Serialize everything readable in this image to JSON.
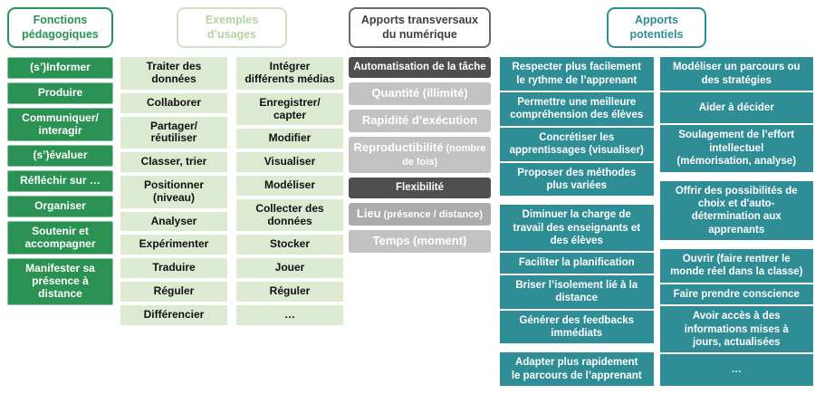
{
  "headers": {
    "col1": "Fonctions\npédagogiques",
    "col2": "Exemples\nd’usages",
    "col3": "Apports transversaux\ndu numérique",
    "col4": "Apports\npotentiels"
  },
  "colors": {
    "green": "#2b9253",
    "pale_green": "#dcead2",
    "pale_green_header": "#b5d3a2",
    "gray_dark": "#4f4f4f",
    "gray_mid": "#ababab",
    "gray_light": "#c2c2c2",
    "gray_header_text": "#3f3f3f",
    "teal": "#2f8d96",
    "box_text_on_color": "#ffffff",
    "box_text_on_pale": "#111111"
  },
  "col1_boxes": [
    {
      "text": "(s’)Informer"
    },
    {
      "text": "Produire"
    },
    {
      "text": "Communiquer/\ninteragir"
    },
    {
      "text": "(s’)évaluer"
    },
    {
      "text": "Réfléchir sur …"
    },
    {
      "text": "Organiser"
    },
    {
      "text": "Soutenir et\naccompagner"
    },
    {
      "text": "Manifester sa\nprésence à\ndistance"
    }
  ],
  "col2_left": [
    {
      "text": "Traiter des\ndonnées"
    },
    {
      "text": "Collaborer"
    },
    {
      "text": "Partager/\nréutiliser"
    },
    {
      "text": "Classer, trier"
    },
    {
      "text": "Positionner\n(niveau)"
    },
    {
      "text": "Analyser"
    },
    {
      "text": "Expérimenter"
    },
    {
      "text": "Traduire"
    },
    {
      "text": "Réguler"
    },
    {
      "text": "Différencier"
    }
  ],
  "col2_right": [
    {
      "text": "Intégrer\ndifférents médias"
    },
    {
      "text": "Enregistrer/\ncapter"
    },
    {
      "text": "Modifier"
    },
    {
      "text": "Visualiser"
    },
    {
      "text": "Modéliser"
    },
    {
      "text": "Collecter des\ndonnées"
    },
    {
      "text": "Stocker"
    },
    {
      "text": "Jouer"
    },
    {
      "text": "Réguler"
    },
    {
      "text": "…"
    }
  ],
  "col3_boxes": [
    {
      "text": "Automatisation de la tâche",
      "note": "",
      "mods": "dark"
    },
    {
      "text": "Quantité (illimité)",
      "note": ""
    },
    {
      "text": "Rapidité d’exécution",
      "note": ""
    },
    {
      "text": "Reproductibilité",
      "note": "(nombre de fois)"
    },
    {
      "text": "Flexibilité",
      "note": "",
      "mods": "dark"
    },
    {
      "text": "Lieu",
      "note": "(présence / distance)",
      "mods": "mid"
    },
    {
      "text": "Temps (moment)",
      "note": ""
    }
  ],
  "col4_left": [
    {
      "text": "Respecter  plus facilement\nle rythme de l’apprenant"
    },
    {
      "text": "Permettre une meilleure\ncompréhension des élèves"
    },
    {
      "text": "Concrétiser les\napprentissages (visualiser)"
    },
    {
      "text": "Proposer des méthodes\nplus  variées"
    },
    {
      "text": "Diminuer la charge de\ntravail des enseignants et\ndes élèves",
      "mods": "gap"
    },
    {
      "text": "Faciliter la planification"
    },
    {
      "text": "Briser l’isolement lié à la\ndistance"
    },
    {
      "text": "Générer des feedbacks\nimmédiats"
    },
    {
      "text": "Adapter plus rapidement\nle parcours de l’apprenant",
      "mods": "gap"
    }
  ],
  "col4_right": [
    {
      "text": "Modéliser un parcours ou\ndes stratégies"
    },
    {
      "text": "Aider à décider",
      "mods": "tall"
    },
    {
      "text": "Soulagement de l’effort\nintellectuel\n(mémorisation, analyse)"
    },
    {
      "text": "Offrir des possibilités de\nchoix et d'auto-\ndétermination aux\napprenants",
      "mods": "gap"
    },
    {
      "text": "Ouvrir (faire rentrer le\nmonde réel dans la classe)",
      "mods": "gap"
    },
    {
      "text": "Faire prendre conscience"
    },
    {
      "text": "Avoir accès à des\ninformations mises à\njours, actualisées"
    },
    {
      "text": "…",
      "mods": "tall"
    }
  ]
}
